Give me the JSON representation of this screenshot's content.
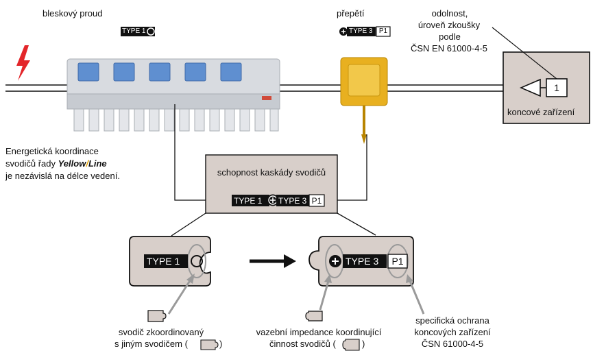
{
  "labels": {
    "lightning": "bleskový proud",
    "overvoltage": "přepětí",
    "immunity_line1": "odolnost,",
    "immunity_line2": "úroveň zkoušky",
    "immunity_line3": "podle",
    "immunity_line4": "ČSN EN 61000-4-5",
    "terminal_device": "koncové zařízení",
    "level_number": "1",
    "coord_line1": "Energetická koordinace",
    "coord_line2_prefix": "svodičů řady",
    "coord_brand_a": "Yellow",
    "coord_brand_sep": "/",
    "coord_brand_b": "Line",
    "coord_line3": "je nezávislá na délce vedení.",
    "cascade_title": "schopnost kaskády svodičů",
    "type1": "TYPE 1",
    "type3": "TYPE 3",
    "p1": "P1",
    "caption_left_1": "svodič zkoordinovaný",
    "caption_left_2a": "s jiným svodičem (",
    "caption_left_2b": ")",
    "caption_mid_1": "vazební impedance koordinující",
    "caption_mid_2a": "činnost svodičů (",
    "caption_mid_2b": ")",
    "caption_right_1": "specifická ochrana",
    "caption_right_2": "koncových zařízení",
    "caption_right_3": "ČSN 61000-4-5"
  },
  "colors": {
    "box_fill": "#d8cfca",
    "badge_black": "#111111",
    "lightning_red": "#e3262a",
    "device_yellow": "#e8b020",
    "device_grey": "#d5d8dc",
    "module_blue": "#5f8fd0"
  },
  "icons": [
    "lightning-bolt-icon",
    "plug-icon",
    "socket-icon",
    "plus-circle-icon",
    "arrow-right-icon"
  ]
}
